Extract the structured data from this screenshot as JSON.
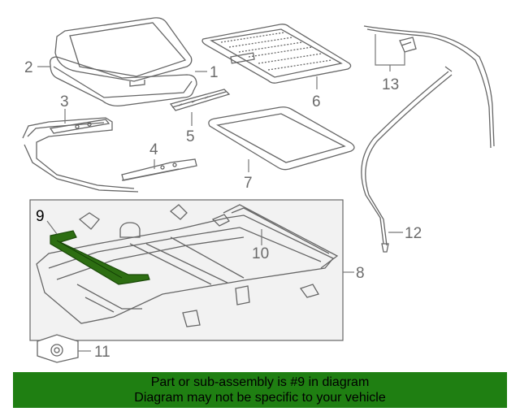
{
  "callouts": {
    "c1": "1",
    "c2": "2",
    "c3": "3",
    "c4": "4",
    "c5": "5",
    "c6": "6",
    "c7": "7",
    "c8": "8",
    "c9": "9",
    "c10": "10",
    "c11": "11",
    "c12": "12",
    "c13": "13"
  },
  "banner": {
    "line1": "Part or sub-assembly is #9 in diagram",
    "line2": "Diagram may not be specific to your vehicle"
  },
  "colors": {
    "highlight_part": "#2d6e12",
    "banner_bg": "#1f7f12",
    "assembly_box_bg": "#f2f2f2"
  }
}
